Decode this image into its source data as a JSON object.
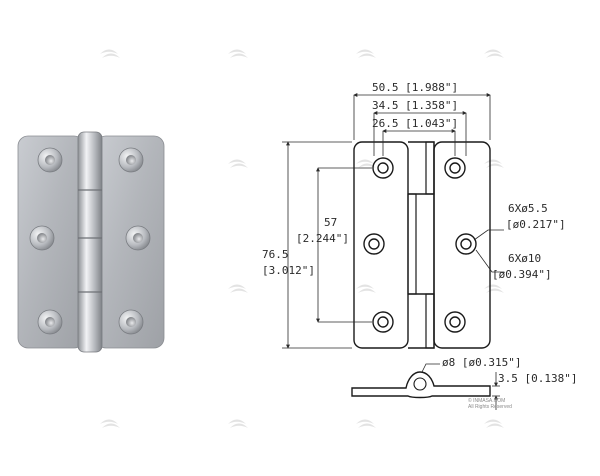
{
  "dimensions": {
    "width_overall": "50.5  [1.988\"]",
    "width_holes_outer": "34.5  [1.358\"]",
    "width_holes_inner": "26.5  [1.043\"]",
    "height_holes_mm": "57",
    "height_holes_in": "[2.244\"]",
    "height_overall_mm": "76.5",
    "height_overall_in": "[3.012\"]",
    "hole_count_dia": "6Xø5.5",
    "hole_dia_in": "[ø0.217\"]",
    "countersink_count_dia": "6Xø10",
    "countersink_dia_in": "[ø0.394\"]",
    "pin_dia": "ø8  [ø0.315\"]",
    "thickness": "3.5  [0.138\"]"
  },
  "copyright": {
    "line1": "© INMASA.COM",
    "line2": "All Rights Reserved"
  }
}
